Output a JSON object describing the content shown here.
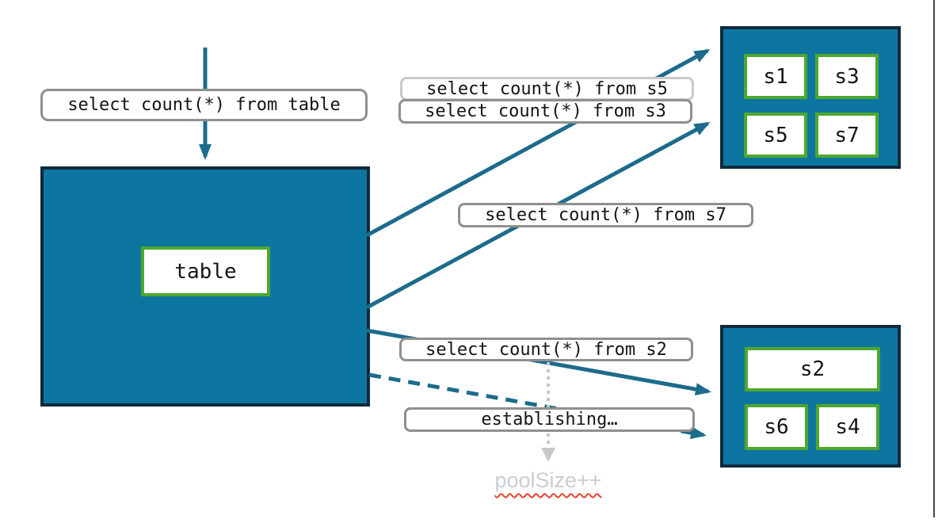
{
  "diagram": {
    "query_labels": {
      "table": "select count(*) from table",
      "s5": "select count(*) from s5",
      "s3": "select count(*) from s3",
      "s7": "select count(*) from s7",
      "s2": "select count(*) from s2",
      "establishing": "establishing…"
    },
    "main_table": {
      "label": "table"
    },
    "shard_group_top": {
      "shards": [
        "s1",
        "s3",
        "s5",
        "s7"
      ]
    },
    "shard_group_bottom": {
      "shards": [
        "s2",
        "s6",
        "s4"
      ]
    },
    "annotation": {
      "pool_size": "poolSize++"
    },
    "colors": {
      "container_fill": "#0d76a0",
      "container_border": "#0f2b3d",
      "shard_border": "#4ea72e",
      "arrow": "#1d6b8c",
      "label_border": "#8f8f8f",
      "label_border_faded": "#c9c9c9",
      "dotted_arrow": "#c8c8c8",
      "annotation_text": "#c9ced2",
      "spellcheck_underline": "#e8442e"
    }
  }
}
